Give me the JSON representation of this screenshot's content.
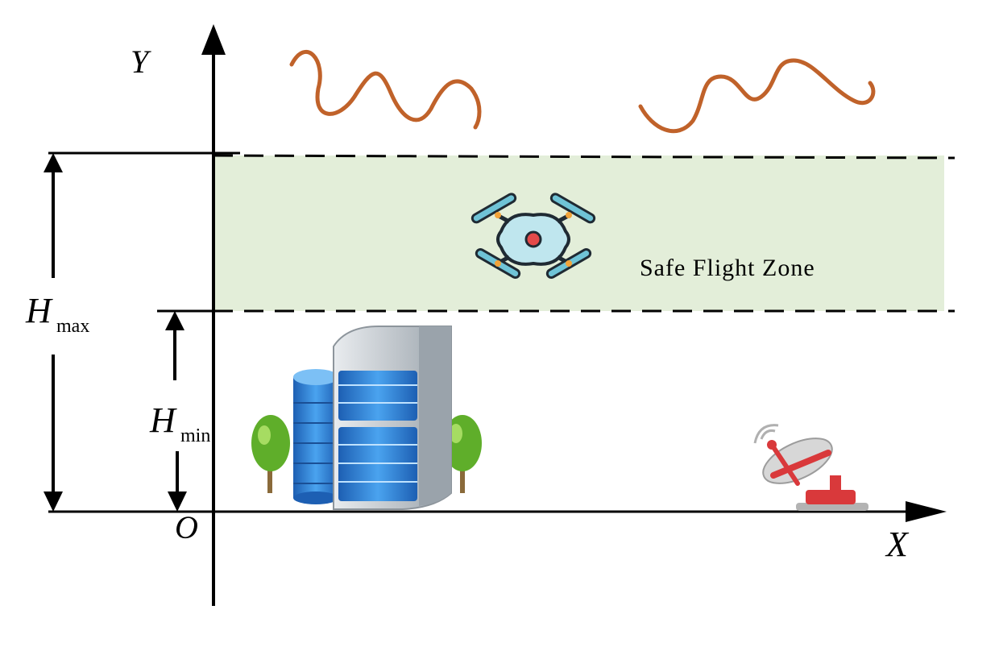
{
  "axes": {
    "y_label": "Y",
    "x_label": "X",
    "origin_label": "O"
  },
  "zone": {
    "label": "Safe Flight Zone",
    "fill_color": "#e3eed9"
  },
  "heights": {
    "hmax": {
      "letter": "H",
      "subscript": "max"
    },
    "hmin": {
      "letter": "H",
      "subscript": "min"
    }
  },
  "colors": {
    "wave": "#c0622a",
    "line": "#000000",
    "building_blue": "#2f7fd0",
    "tree_green": "#5fae2a",
    "antenna_red": "#d9393b"
  },
  "icons": [
    "drone-icon",
    "building-icon",
    "tree-icon",
    "radar-antenna-icon",
    "wave-icon"
  ]
}
